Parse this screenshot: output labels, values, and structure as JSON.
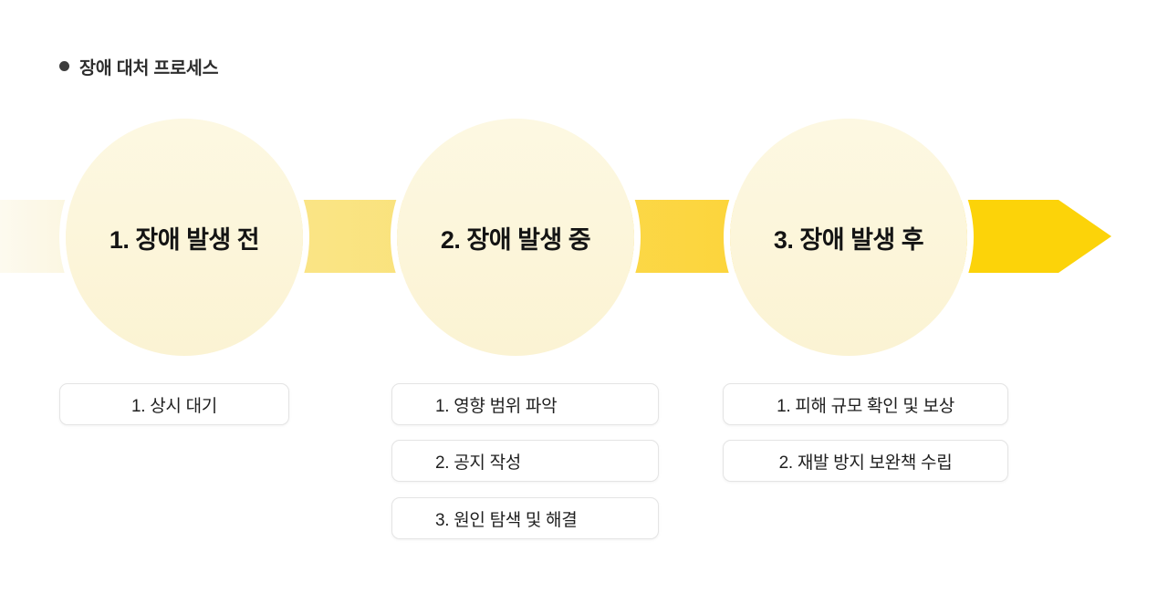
{
  "header": {
    "title": "장애 대처 프로세스",
    "bullet_icon": "circle-dot"
  },
  "process": {
    "stages": [
      {
        "label": "1. 장애 발생 전",
        "steps": [
          "1. 상시 대기"
        ]
      },
      {
        "label": "2. 장애 발생 중",
        "steps": [
          "1. 영향 범위 파악",
          "2. 공지 작성",
          "3. 원인 탐색 및 해결"
        ]
      },
      {
        "label": "3. 장애 발생 후",
        "steps": [
          "1. 피해 규모 확인 및 보상",
          "2. 재발 방지 보완책 수립"
        ]
      }
    ],
    "arrow_direction": "left-to-right"
  },
  "colors": {
    "background": "#ffffff",
    "circle_fill": "#fcf5d9",
    "arrow_segment_1_start": "#fdfaef",
    "arrow_segment_1_end": "#f8f0c9",
    "arrow_segment_2_start": "#fae78f",
    "arrow_segment_2_end": "#f9e074",
    "arrow_segment_3_start": "#fbda52",
    "arrow_segment_3_end": "#fcd230",
    "arrow_segment_4": "#fcd309",
    "box_border": "#e4e4e4",
    "text_dark": "#1f1f1f",
    "title_color": "#2e2e2e"
  }
}
